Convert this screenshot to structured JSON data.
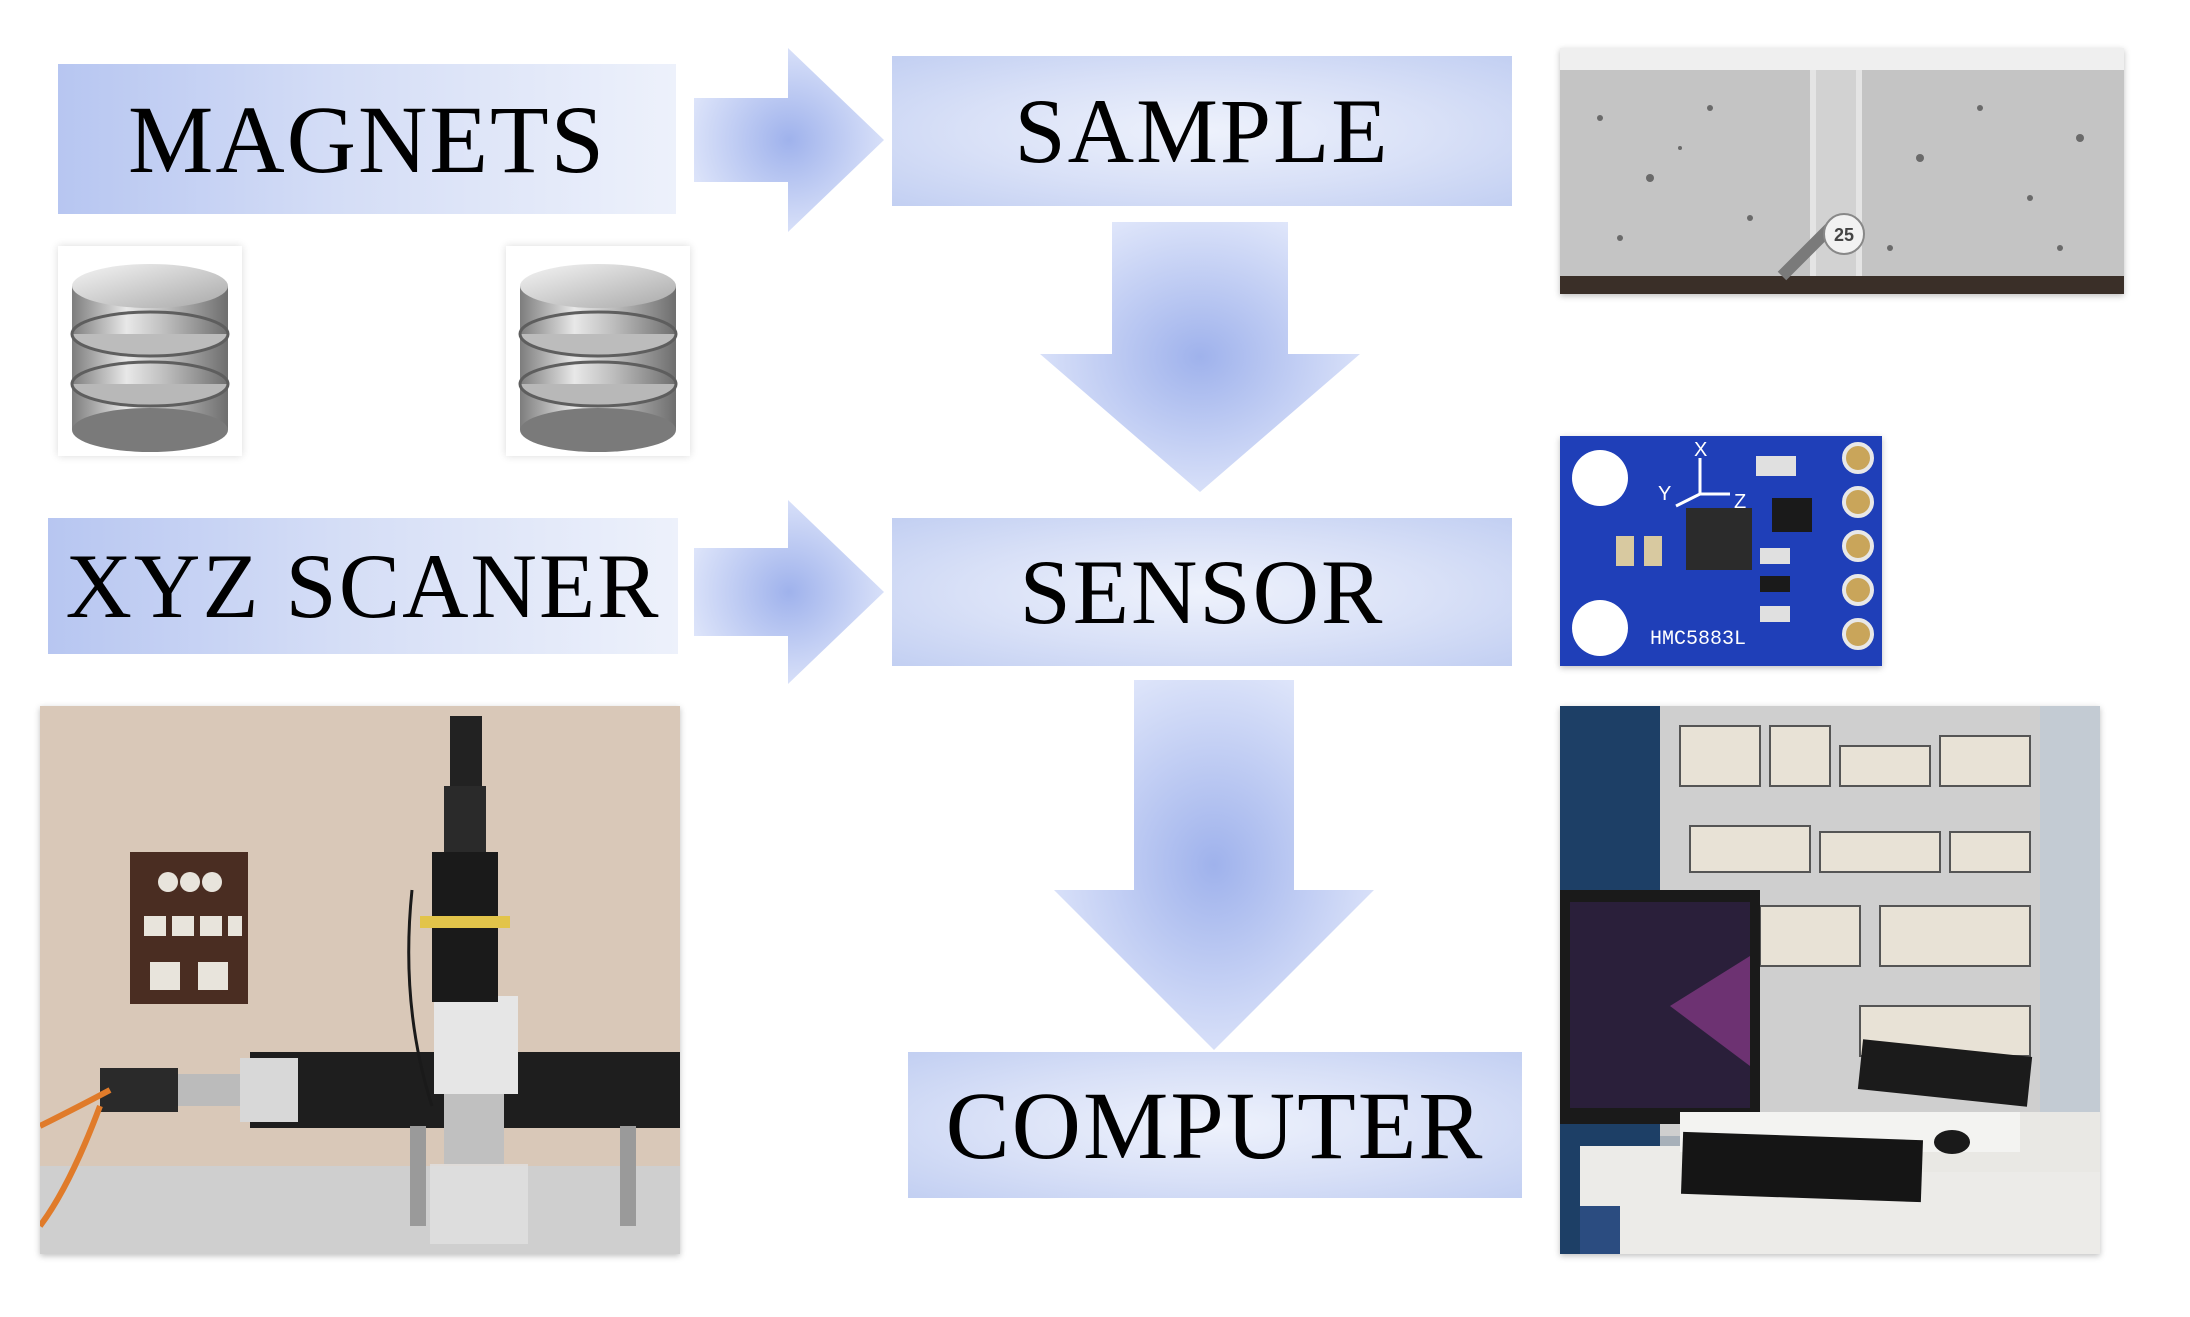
{
  "labels": {
    "magnets": "MAGNETS",
    "sample": "SAMPLE",
    "xyz_scaner": "XYZ SCANER",
    "sensor": "SENSOR",
    "computer": "COMPUTER"
  },
  "sensor_board": {
    "chip_label": "HMC5883L",
    "axis_x": "X",
    "axis_y": "Y",
    "axis_z": "Z"
  },
  "sample_photo": {
    "marker_number": "25"
  },
  "colors": {
    "box_blue": "#c2cff2",
    "arrow_blue": "#9fb2ec",
    "arrow_light": "#e6ecfb",
    "sensor_board_blue": "#1f3fb8"
  },
  "icons": [
    "arrow-right-icon",
    "arrow-down-icon",
    "magnet-stack-icon"
  ]
}
